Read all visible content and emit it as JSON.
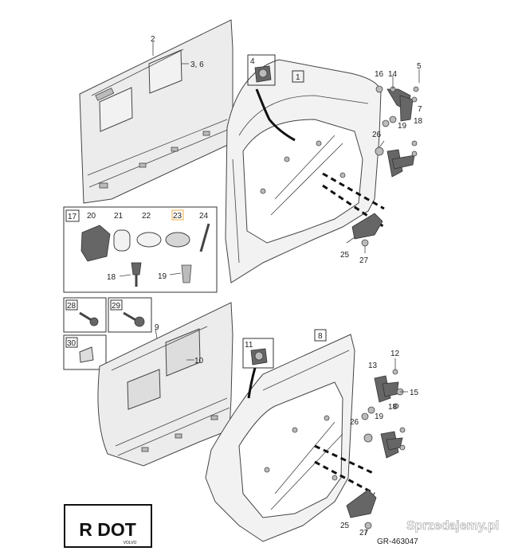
{
  "callouts": {
    "c1": "1",
    "c2": "2",
    "c3_6": "3, 6",
    "c4": "4",
    "c5": "5",
    "c7": "7",
    "c8": "8",
    "c9": "9",
    "c10": "10",
    "c11": "11",
    "c12": "12",
    "c13": "13",
    "c14": "14",
    "c15": "15",
    "c16": "16",
    "c17": "17",
    "c18_a": "18",
    "c18_b": "18",
    "c18_c": "18",
    "c19_a": "19",
    "c19_b": "19",
    "c19_c": "19",
    "c20": "20",
    "c21": "21",
    "c22": "22",
    "c23": "23",
    "c24": "24",
    "c25_a": "25",
    "c25_b": "25",
    "c26_a": "26",
    "c26_b": "26",
    "c27_a": "27",
    "c27_b": "27",
    "c28": "28",
    "c29": "29",
    "c30": "30"
  },
  "badge": {
    "main": "R DOT",
    "sub": "VOLVO"
  },
  "reference": "GR-463047",
  "watermark": "Sprzedajemy.pl"
}
